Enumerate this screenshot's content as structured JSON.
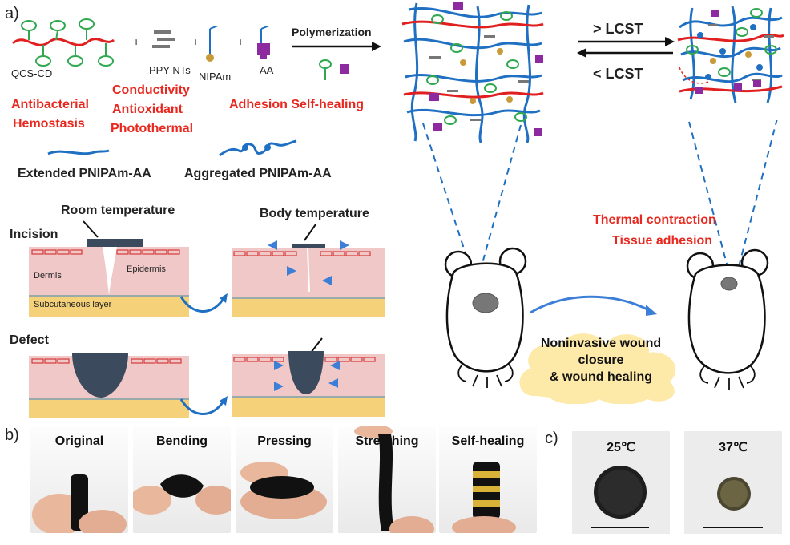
{
  "panels": {
    "a": "a)",
    "b": "b)",
    "c": "c)"
  },
  "components": {
    "qcs_cd": "QCS-CD",
    "ppy_nts": "PPY NTs",
    "nipam": "NIPAm",
    "aa": "AA",
    "plus": "+"
  },
  "process": {
    "polymerization": "Polymerization",
    "above_lcst": "> LCST",
    "below_lcst": "< LCST"
  },
  "properties": {
    "antibacterial": "Antibacterial",
    "hemostasis": "Hemostasis",
    "conductivity": "Conductivity",
    "antioxidant": "Antioxidant",
    "photothermal": "Photothermal",
    "adhesion_selfhealing": "Adhesion Self-healing"
  },
  "legend": {
    "extended": "Extended PNIPAm-AA",
    "aggregated": "Aggregated PNIPAm-AA"
  },
  "wound": {
    "room_temp": "Room temperature",
    "body_temp": "Body temperature",
    "incision": "Incision",
    "defect": "Defect",
    "dermis": "Dermis",
    "epidermis": "Epidermis",
    "subcutaneous": "Subcutaneous layer"
  },
  "mouse": {
    "thermal_contraction": "Thermal contraction",
    "tissue_adhesion": "Tissue adhesion",
    "noninvasive_1": "Noninvasive wound",
    "noninvasive_2": "closure",
    "noninvasive_3": "& wound healing"
  },
  "photos_b": [
    "Original",
    "Bending",
    "Pressing",
    "Stretching",
    "Self-healing"
  ],
  "photos_c": [
    "25℃",
    "37℃"
  ],
  "colors": {
    "red_text": "#e8281e",
    "chain_blue": "#1f6fc2",
    "chain_red": "#e02020",
    "cd_green": "#2fa84f",
    "aa_purple": "#8e2aa0",
    "nipam_gold": "#c89a3a",
    "hydrogel_dark": "#3c4a5e",
    "skin_pink": "#f0c8c8",
    "fat_yellow": "#f5d27a"
  }
}
